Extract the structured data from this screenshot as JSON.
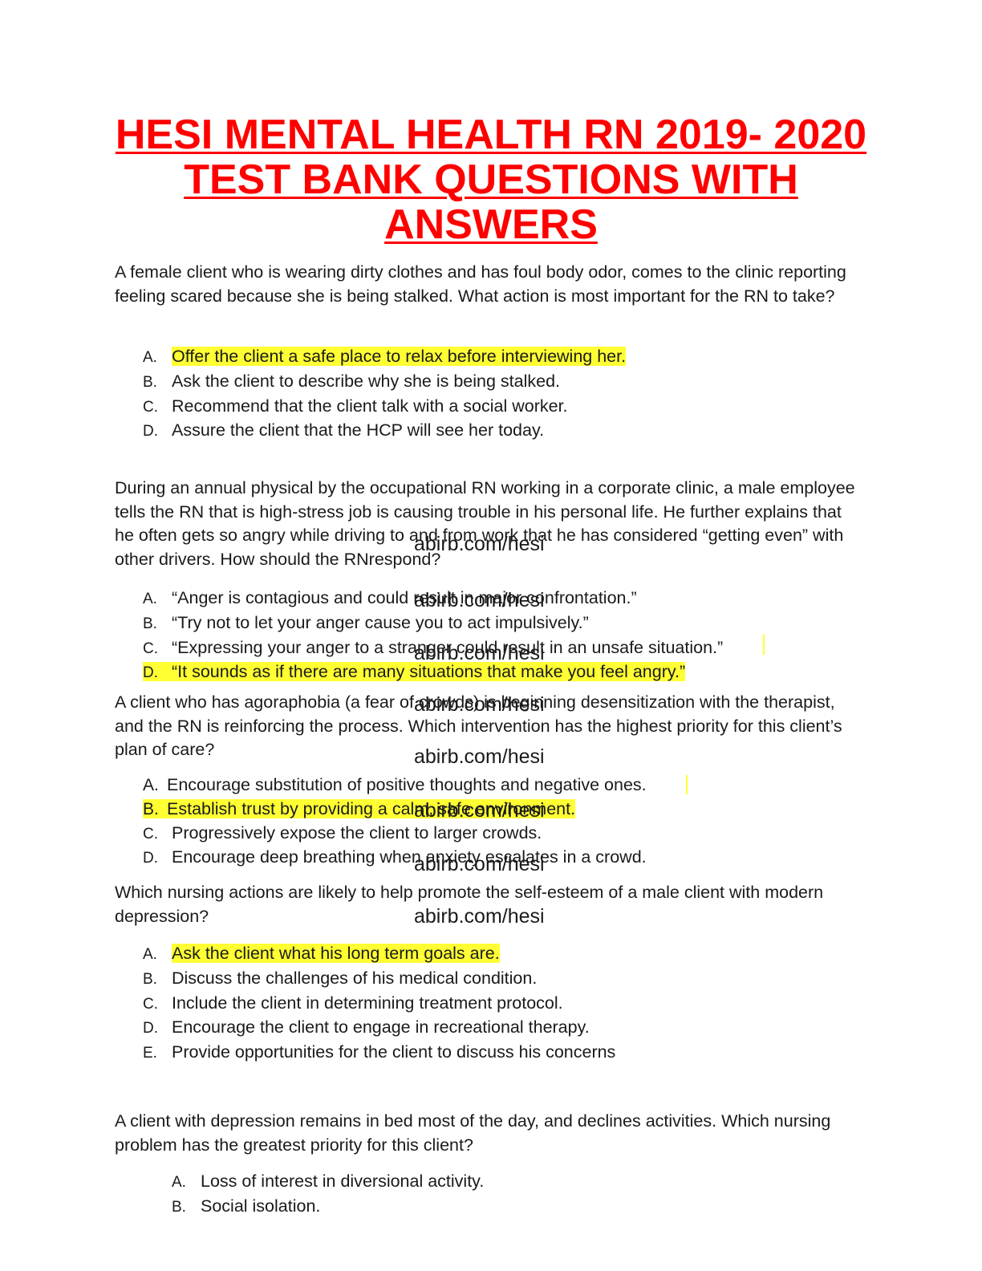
{
  "title": [
    "HESI MENTAL HEALTH RN 2019- 2020",
    "TEST BANK QUESTIONS WITH",
    "ANSWERS"
  ],
  "watermark": "abirb.com/hesi",
  "colors": {
    "title": "#ff0000",
    "highlight": "#ffff33"
  },
  "questions": [
    {
      "stem": "A female client who is wearing dirty clothes and has foul body odor, comes to the clinic reporting feeling scared because she is being stalked. What action is most important for the RN to take?",
      "options": [
        {
          "letter": "A.",
          "text": "Offer the client a safe place to relax before interviewing her.",
          "correct": true
        },
        {
          "letter": "B.",
          "text": "Ask the client to describe why she is being stalked.",
          "correct": false
        },
        {
          "letter": "C.",
          "text": "Recommend that the client talk with a social worker.",
          "correct": false
        },
        {
          "letter": "D.",
          "text": "Assure the client that the HCP will see her today.",
          "correct": false
        }
      ]
    },
    {
      "stem": "During an annual physical by the occupational RN working in a corporate clinic, a male employee tells the RN that is high-stress job is causing trouble in his personal life. He further explains that he often gets so angry while driving to and from work that he has considered “getting even” with other drivers. How should the RNrespond?",
      "options": [
        {
          "letter": "A.",
          "text": "“Anger is contagious and could result in major confrontation.”",
          "correct": false
        },
        {
          "letter": "B.",
          "text": "“Try not to let your anger cause you to act impulsively.”",
          "correct": false
        },
        {
          "letter": "C.",
          "text": "“Expressing your anger to a stranger could result in an unsafe situation.”",
          "correct": false
        },
        {
          "letter": "D.",
          "text": "“It sounds as if there are many situations that make you feel angry.”",
          "correct": true
        }
      ]
    },
    {
      "stem": "A client who has agoraphobia (a fear of crowds) is beginning desensitization with the therapist, and the RN is reinforcing the process. Which intervention has the highest priority for this client’s plan of care?",
      "options": [
        {
          "letter": "A.",
          "text": "Encourage substitution of positive thoughts and negative ones.",
          "correct": false
        },
        {
          "letter": "B.",
          "text": "Establish trust by providing a calm, safe environment.",
          "correct": true
        },
        {
          "letter": "C.",
          "text": "Progressively expose the client to larger crowds.",
          "correct": false
        },
        {
          "letter": "D.",
          "text": "Encourage deep breathing when anxiety escalates in a crowd.",
          "correct": false
        }
      ]
    },
    {
      "stem": "Which nursing actions are likely to help promote the self-esteem of a male client with modern depression?",
      "options": [
        {
          "letter": "A.",
          "text": "Ask the client what his long term goals are.",
          "correct": true
        },
        {
          "letter": "B.",
          "text": "Discuss the challenges of his medical condition.",
          "correct": false
        },
        {
          "letter": "C.",
          "text": "Include the client in determining treatment protocol.",
          "correct": false
        },
        {
          "letter": "D.",
          "text": "Encourage the client to engage in recreational therapy.",
          "correct": false
        },
        {
          "letter": "E.",
          "text": "Provide opportunities for the client to discuss his concerns",
          "correct": false
        }
      ]
    },
    {
      "stem": "A client with depression remains in bed most of the day, and declines activities. Which nursing problem has the greatest priority for this client?",
      "options": [
        {
          "letter": "A.",
          "text": "Loss of interest in diversional activity.",
          "correct": false
        },
        {
          "letter": "B.",
          "text": "Social isolation.",
          "correct": false
        }
      ]
    }
  ]
}
